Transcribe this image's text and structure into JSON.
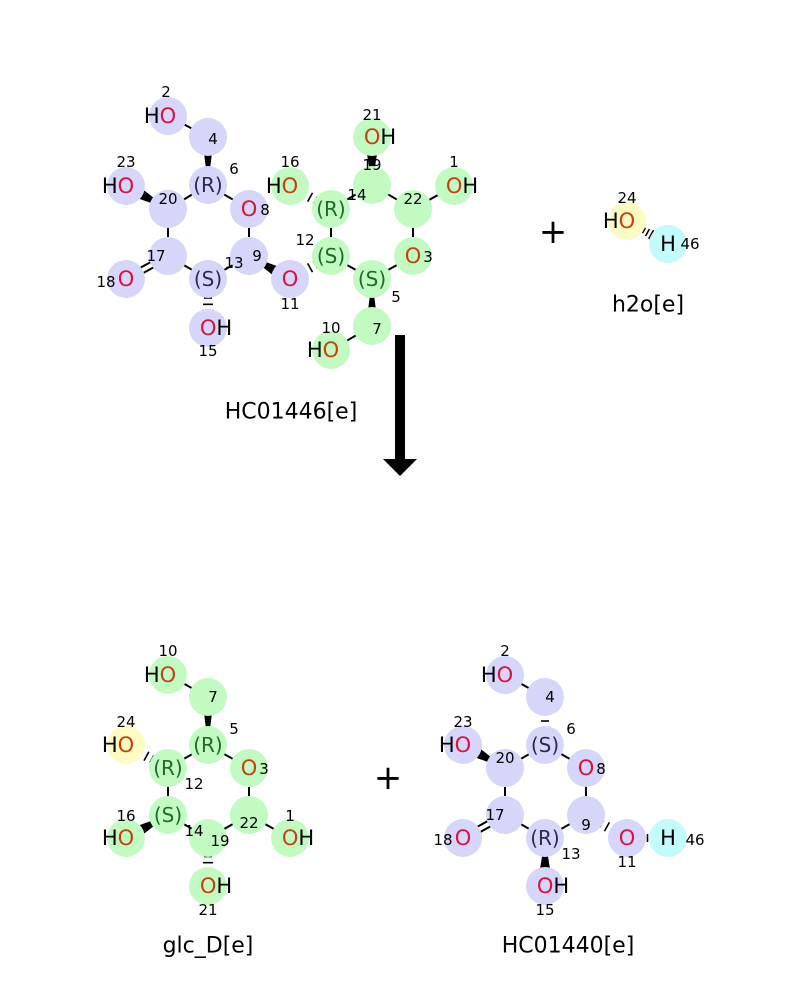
{
  "colors": {
    "blue_highlight": "#d6d6fb",
    "green_highlight": "#c2fbc2",
    "yellow_highlight": "#fbfbc2",
    "cyan_highlight": "#c2fbfb",
    "oxygen_red": "#e0103a",
    "oxygen_orange": "#c84010",
    "stereo_blue": "#2a2a5a",
    "stereo_green": "#1e6a2a",
    "bond": "#000000"
  },
  "plus_sign": "+",
  "reactants": [
    {
      "name": "HC01446[e]",
      "atoms": [
        {
          "label": "HO",
          "map": "2",
          "hl": "blue"
        },
        {
          "label": "",
          "map": "4",
          "hl": "blue"
        },
        {
          "label": "(R)",
          "map": "6",
          "hl": "blue"
        },
        {
          "label": "O",
          "map": "8",
          "hl": "blue"
        },
        {
          "label": "",
          "map": "9",
          "hl": "blue"
        },
        {
          "label": "(S)",
          "map": "13",
          "hl": "blue"
        },
        {
          "label": "OH",
          "map": "15",
          "hl": "blue"
        },
        {
          "label": "",
          "map": "17",
          "hl": "blue"
        },
        {
          "label": "O",
          "map": "18",
          "hl": "blue"
        },
        {
          "label": "",
          "map": "20",
          "hl": "blue"
        },
        {
          "label": "HO",
          "map": "23",
          "hl": "blue"
        },
        {
          "label": "O",
          "map": "11",
          "hl": "blue"
        },
        {
          "label": "(R)",
          "map": "14",
          "hl": "green"
        },
        {
          "label": "HO",
          "map": "16",
          "hl": "green"
        },
        {
          "label": "",
          "map": "19",
          "hl": "green"
        },
        {
          "label": "OH",
          "map": "21",
          "hl": "green"
        },
        {
          "label": "",
          "map": "22",
          "hl": "green"
        },
        {
          "label": "OH",
          "map": "1",
          "hl": "green"
        },
        {
          "label": "O",
          "map": "3",
          "hl": "green"
        },
        {
          "label": "(S)",
          "map": "5",
          "hl": "green"
        },
        {
          "label": "(S)",
          "map": "12",
          "hl": "green"
        },
        {
          "label": "",
          "map": "7",
          "hl": "green"
        },
        {
          "label": "HO",
          "map": "10",
          "hl": "green"
        }
      ]
    },
    {
      "name": "h2o[e]",
      "atoms": [
        {
          "label": "HO",
          "map": "24",
          "hl": "yellow"
        },
        {
          "label": "H",
          "map": "46",
          "hl": "cyan"
        }
      ]
    }
  ],
  "products": [
    {
      "name": "glc_D[e]",
      "atoms": [
        {
          "label": "",
          "map": "7",
          "hl": "green"
        },
        {
          "label": "HO",
          "map": "10",
          "hl": "green"
        },
        {
          "label": "(R)",
          "map": "5",
          "hl": "green"
        },
        {
          "label": "O",
          "map": "3",
          "hl": "green"
        },
        {
          "label": "",
          "map": "22",
          "hl": "green"
        },
        {
          "label": "OH",
          "map": "1",
          "hl": "green"
        },
        {
          "label": "",
          "map": "19",
          "hl": "green"
        },
        {
          "label": "OH",
          "map": "21",
          "hl": "green"
        },
        {
          "label": "(S)",
          "map": "14",
          "hl": "green"
        },
        {
          "label": "HO",
          "map": "16",
          "hl": "green"
        },
        {
          "label": "(R)",
          "map": "12",
          "hl": "green"
        },
        {
          "label": "HO",
          "map": "24",
          "hl": "yellow"
        }
      ]
    },
    {
      "name": "HC01440[e]",
      "atoms": [
        {
          "label": "",
          "map": "4",
          "hl": "blue"
        },
        {
          "label": "HO",
          "map": "2",
          "hl": "blue"
        },
        {
          "label": "(S)",
          "map": "6",
          "hl": "blue"
        },
        {
          "label": "O",
          "map": "8",
          "hl": "blue"
        },
        {
          "label": "",
          "map": "9",
          "hl": "blue"
        },
        {
          "label": "O",
          "map": "11",
          "hl": "blue"
        },
        {
          "label": "H",
          "map": "46",
          "hl": "cyan"
        },
        {
          "label": "(R)",
          "map": "13",
          "hl": "blue"
        },
        {
          "label": "OH",
          "map": "15",
          "hl": "blue"
        },
        {
          "label": "",
          "map": "17",
          "hl": "blue"
        },
        {
          "label": "O",
          "map": "18",
          "hl": "blue"
        },
        {
          "label": "",
          "map": "20",
          "hl": "blue"
        },
        {
          "label": "HO",
          "map": "23",
          "hl": "blue"
        }
      ]
    }
  ]
}
